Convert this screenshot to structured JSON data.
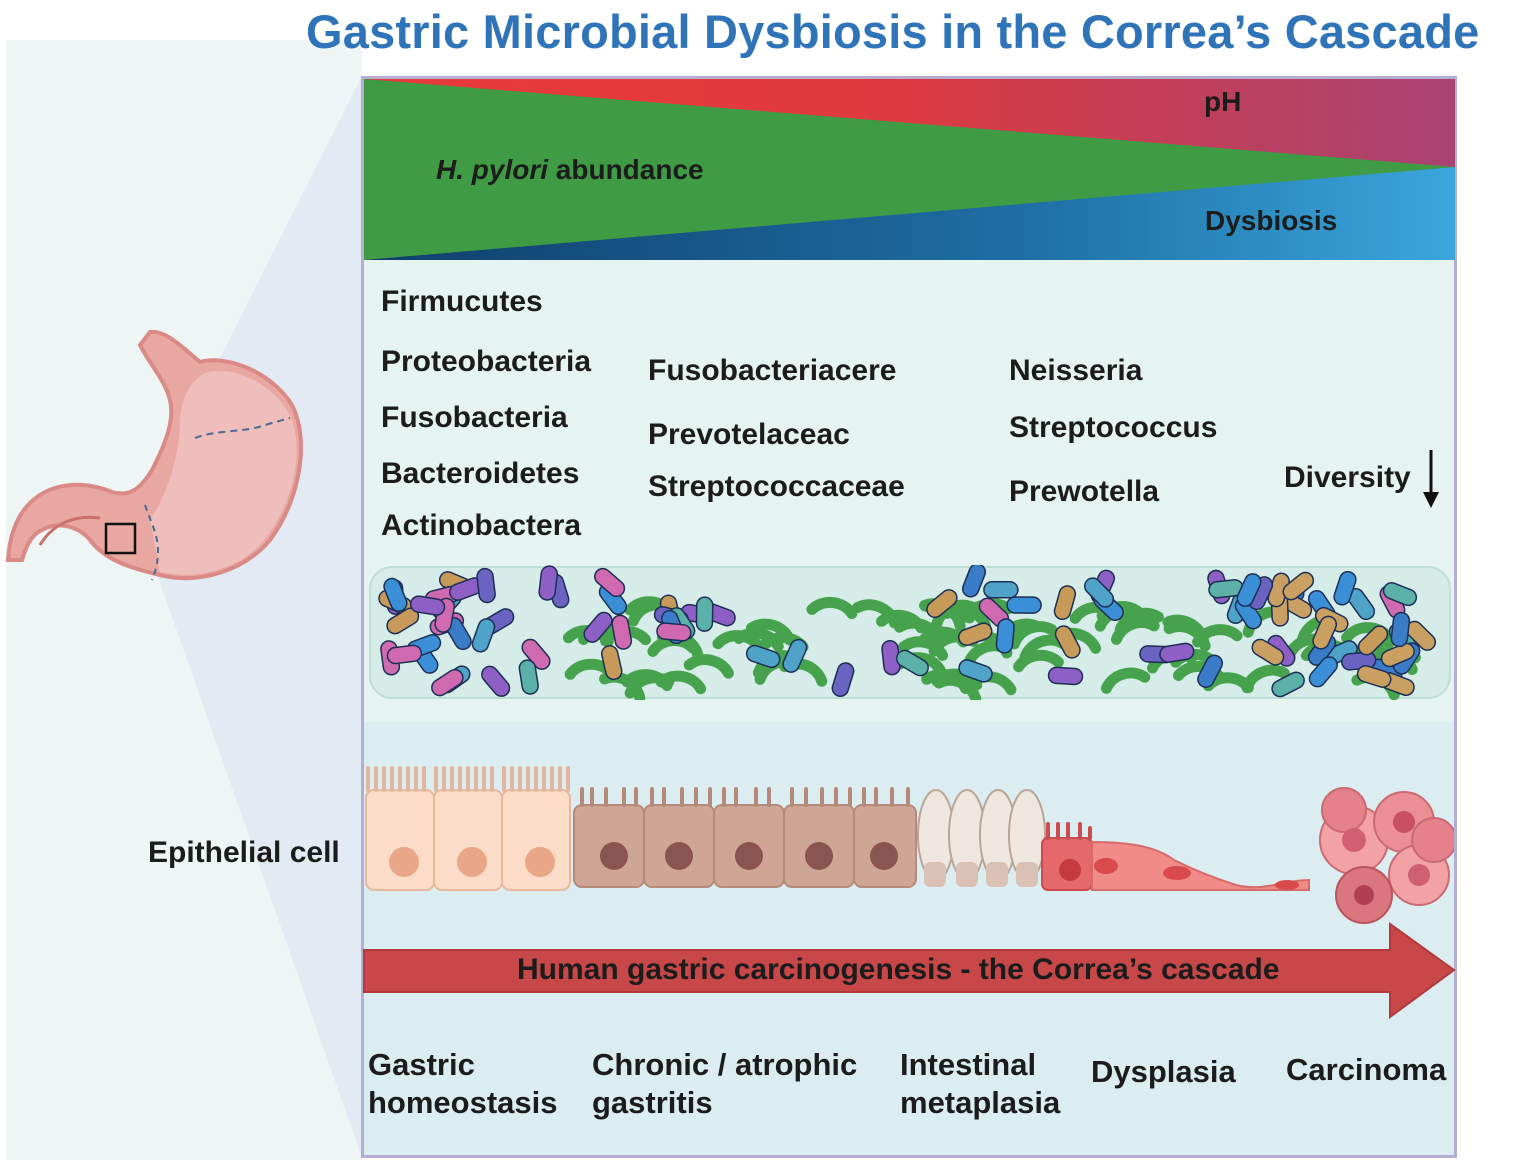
{
  "title": "Gastric Microbial Dysbiosis in the Correa’s Cascade",
  "gradients": {
    "hpylori_italic": "H. pylori",
    "hpylori_rest": " abundance",
    "ph": "pH",
    "dysbiosis": "Dysbiosis"
  },
  "taxa": {
    "phyla": [
      "Firmucutes",
      "Proteobacteria",
      "Fusobacteria",
      "Bacteroidetes",
      "Actinobactera"
    ],
    "families": [
      "Fusobacteriacere",
      "Prevotelaceac",
      "Streptococcaceae"
    ],
    "genera": [
      "Neisseria",
      "Streptococcus",
      "Prewotella"
    ],
    "diversity": "Diversity"
  },
  "epithelial_label": "Epithelial cell",
  "cascade_arrow": "Human gastric carcinogenesis - the Correa’s cascade",
  "stages": [
    {
      "line1": "Gastric",
      "line2": "homeostasis"
    },
    {
      "line1": "Chronic / atrophic",
      "line2": "gastritis"
    },
    {
      "line1": "Intestinal",
      "line2": "metaplasia"
    },
    {
      "line1": "Dysplasia",
      "line2": ""
    },
    {
      "line1": "Carcinoma",
      "line2": ""
    }
  ],
  "colors": {
    "title": "#2f74b8",
    "hpylori_green": "#3f9b44",
    "ph_red": "#e03a3c",
    "ph_purple": "#a84372",
    "dysbiosis_blue": "#1e6ea4",
    "arrow_red": "#c84849"
  }
}
